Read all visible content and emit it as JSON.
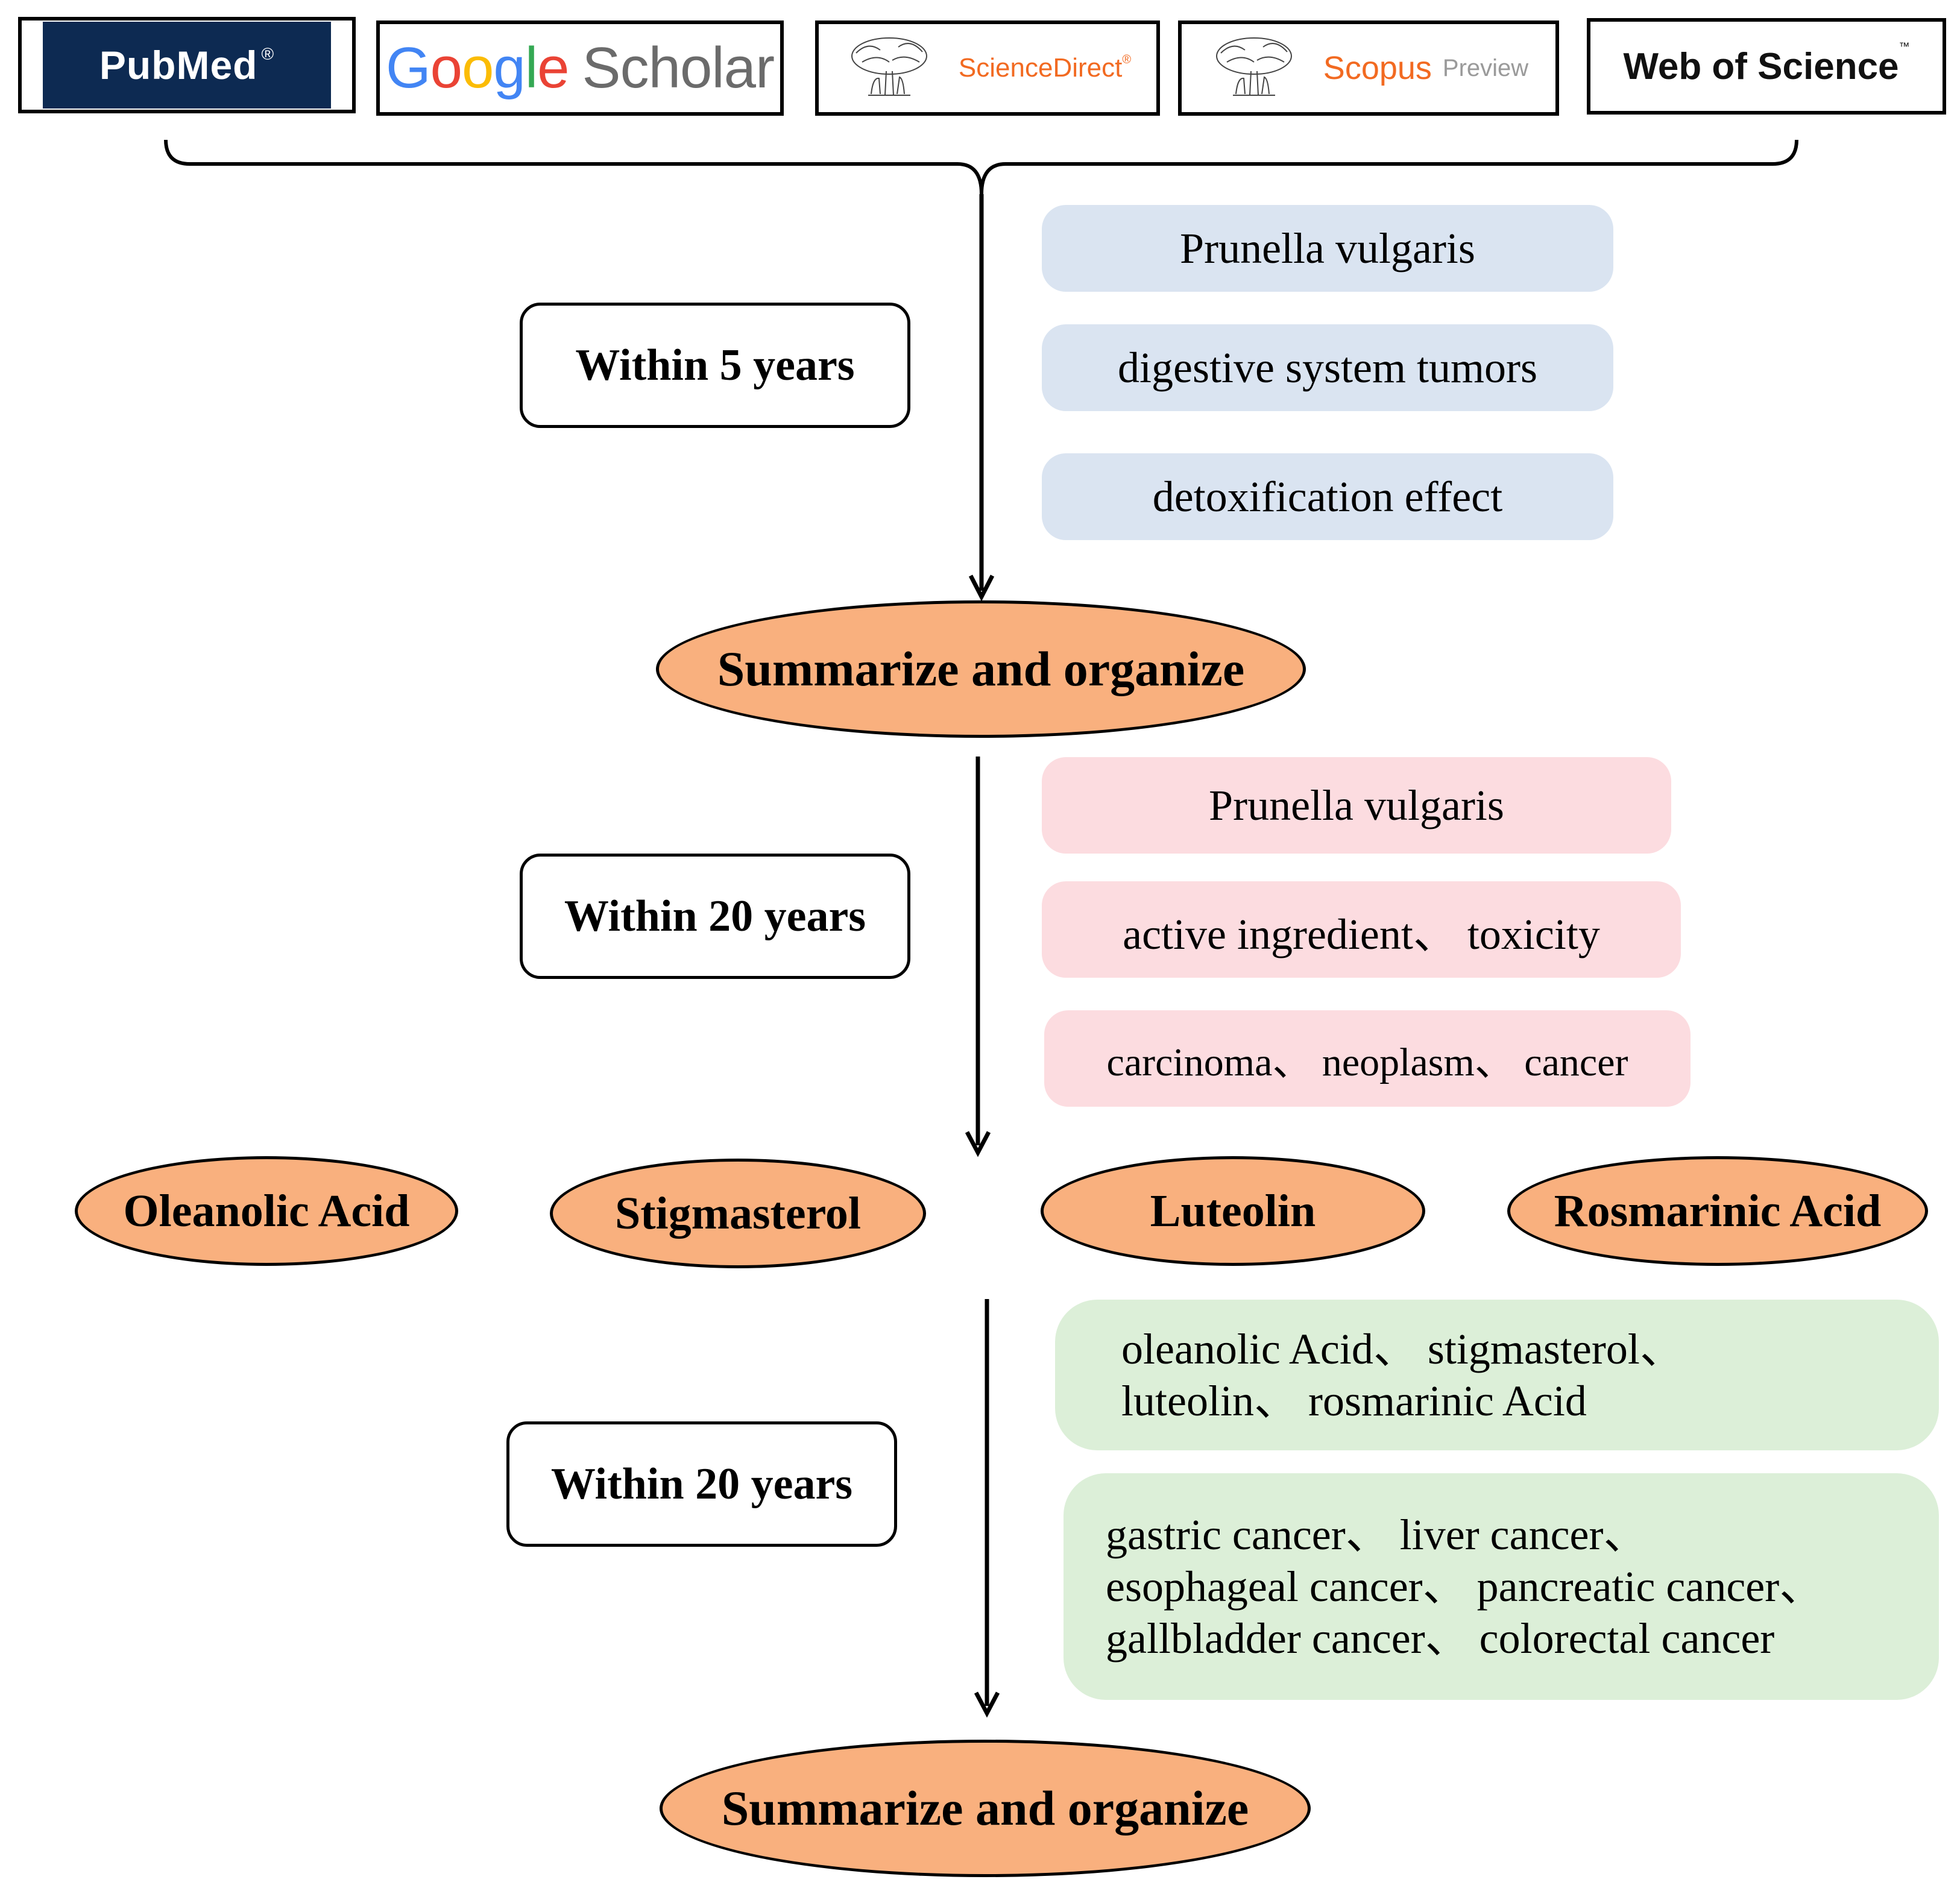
{
  "databases": {
    "pubmed": "PubMed",
    "pubmed_mark": "®",
    "google_scholar": {
      "google": "Google",
      "scholar": "Scholar"
    },
    "sciencedirect": "ScienceDirect",
    "sciencedirect_mark": "®",
    "scopus": "Scopus",
    "scopus_preview": "Preview",
    "web_of_science": "Web of Science",
    "web_of_science_mark": "™"
  },
  "stage1": {
    "period": "Within 5 years",
    "keywords": [
      "Prunella vulgaris",
      "digestive system tumors",
      "detoxification effect"
    ],
    "result": "Summarize and organize"
  },
  "stage2": {
    "period": "Within 20 years",
    "keywords": [
      "Prunella vulgaris",
      "active ingredient、 toxicity",
      "carcinoma、 neoplasm、 cancer"
    ]
  },
  "compounds": [
    "Oleanolic Acid",
    "Stigmasterol",
    "Luteolin",
    "Rosmarinic Acid"
  ],
  "stage3": {
    "period": "Within 20 years",
    "keywords_a": [
      "oleanolic Acid、 stigmasterol、",
      "luteolin、 rosmarinic Acid"
    ],
    "keywords_b": [
      "gastric cancer、 liver cancer、",
      "esophageal cancer、 pancreatic cancer、",
      "gallbladder cancer、 colorectal cancer"
    ],
    "result": "Summarize and organize"
  },
  "colors": {
    "ellipse_fill": "#f9b07e",
    "blue_box": "#dae4f1",
    "pink_box": "#fcdce0",
    "green_box": "#dcefd8",
    "pubmed_bg": "#0d2a52",
    "elsevier_orange": "#f26a21"
  }
}
